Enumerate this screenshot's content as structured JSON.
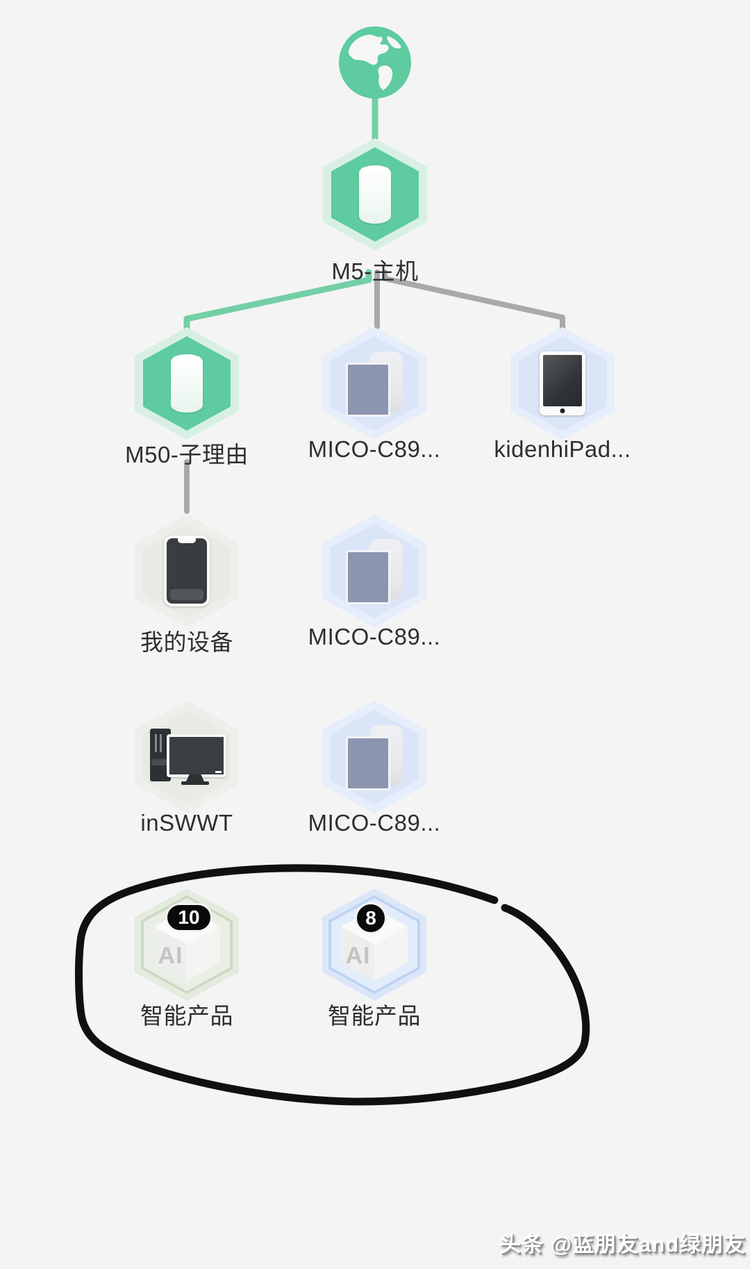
{
  "app": {
    "view": "mesh-network-topology"
  },
  "theme": {
    "background": "#f4f4f5",
    "accent_green": "#5ecba1",
    "accent_green_light": "#d8f0e4",
    "line_green": "#74cfa6",
    "line_gray": "#a9a9ab",
    "client_blue": "#dae5f8",
    "client_blue_light": "#e6edfb",
    "offline_core": "#e7ebe3",
    "offline_halo": "#edf0ea",
    "ai_green_halo": "#e4ebdf",
    "ai_green_ring": "#cbd9c3",
    "ai_green_inner": "#e9efe5",
    "ai_blue_halo": "#dbe7f8",
    "ai_blue_ring": "#bcd3f2",
    "ai_blue_inner": "#e2ecfa",
    "badge_bg": "#0a0a0a",
    "label_color": "#2e2e30",
    "annotation_color": "#101010"
  },
  "nodes": {
    "internet": {
      "icon": "globe-icon"
    },
    "main_router": {
      "label": "M5-主机",
      "icon": "router-icon"
    },
    "sub_router": {
      "label": "M50-子理由",
      "icon": "router-icon"
    },
    "client_mico_1": {
      "label": "MICO-C89...",
      "icon": "speaker-tablet-icon"
    },
    "client_ipad": {
      "label": "kidenhiPad...",
      "icon": "tablet-icon"
    },
    "my_device": {
      "label": "我的设备",
      "icon": "phone-icon"
    },
    "client_mico_2": {
      "label": "MICO-C89...",
      "icon": "speaker-tablet-icon"
    },
    "client_pc": {
      "label": "inSWWT",
      "icon": "desktop-icon"
    },
    "client_mico_3": {
      "label": "MICO-C89...",
      "icon": "speaker-tablet-icon"
    },
    "ai_group_1": {
      "label": "智能产品",
      "icon": "ai-cube-icon",
      "cube_text": "AI",
      "badge": "10"
    },
    "ai_group_2": {
      "label": "智能产品",
      "icon": "ai-cube-icon",
      "cube_text": "AI",
      "badge": "8"
    }
  },
  "annotation": {
    "type": "hand-drawn-ellipse"
  },
  "watermark": {
    "text": "头条 @蓝朋友and绿朋友"
  }
}
